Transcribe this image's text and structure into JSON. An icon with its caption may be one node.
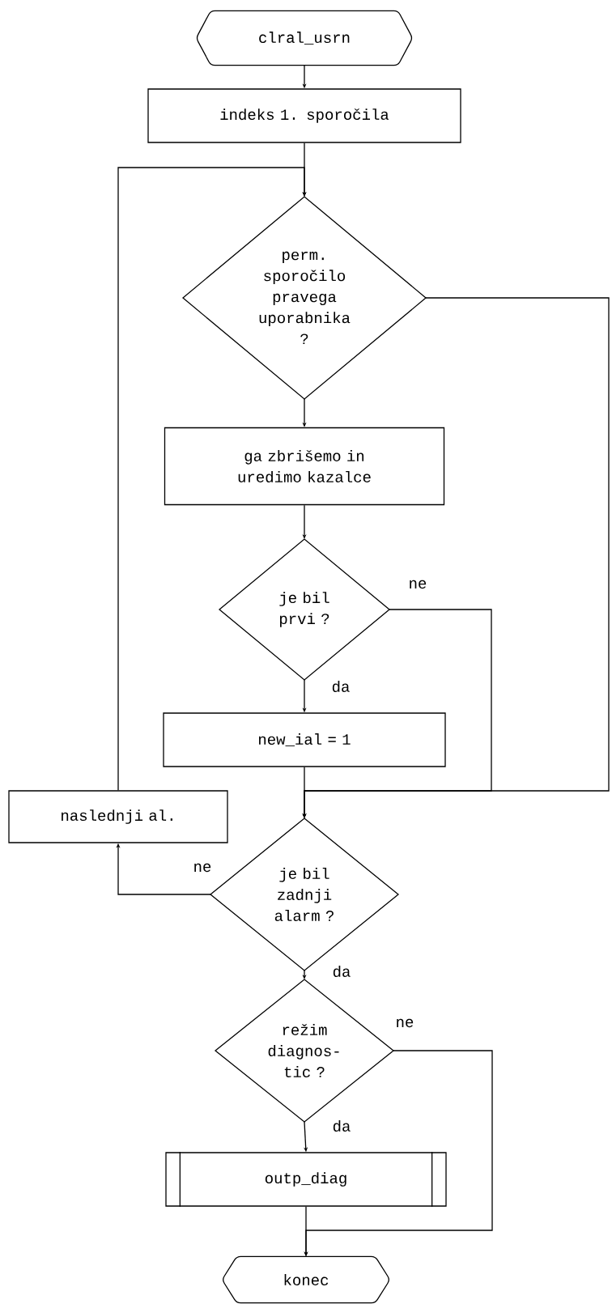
{
  "diagram": {
    "nodes": [
      {
        "text": [
          "clral_usrn"
        ]
      },
      {
        "text": [
          "indeks 1. sporočila"
        ]
      },
      {
        "text": [
          "perm. sporočilo pravega uporabnika ?"
        ]
      },
      {
        "text": [
          "ga zbrišemo in uredimo kazalce"
        ]
      },
      {
        "text": [
          "je bil prvi ?"
        ]
      },
      {
        "text": [
          "new_ial = 1"
        ]
      },
      {
        "text": [
          "naslednji al."
        ]
      },
      {
        "text": [
          "je bil zadnji alarm ?"
        ]
      },
      {
        "text": [
          "režim diagnos- tic ?"
        ]
      },
      {
        "text": [
          "outp_diag"
        ]
      },
      {
        "text": [
          "konec"
        ]
      }
    ],
    "edges": [
      {
        "from": 0,
        "to": 1,
        "arrow": "to"
      },
      {
        "from": 1,
        "to": 2,
        "arrow": "to"
      },
      {
        "from": 2,
        "to": 3,
        "arrow": "to"
      },
      {
        "from": 2,
        "to": 7,
        "arrow": "to"
      },
      {
        "from": 3,
        "to": 4,
        "arrow": "to"
      },
      {
        "from": 4,
        "to": 5,
        "arrow": "to",
        "label": "da"
      },
      {
        "from": 4,
        "to": 7,
        "arrow": "to",
        "label": "ne"
      },
      {
        "from": 5,
        "to": 7,
        "arrow": "to"
      },
      {
        "from": 7,
        "to": 6,
        "arrow": "to",
        "label": "ne"
      },
      {
        "from": 6,
        "to": 2,
        "arrow": "to"
      },
      {
        "from": 7,
        "to": 8,
        "arrow": "to",
        "label": "da"
      },
      {
        "from": 8,
        "to": 9,
        "arrow": "to",
        "label": "da"
      },
      {
        "from": 8,
        "to": 10,
        "arrow": "to",
        "label": "ne"
      },
      {
        "from": 9,
        "to": 10,
        "arrow": "to"
      }
    ]
  }
}
